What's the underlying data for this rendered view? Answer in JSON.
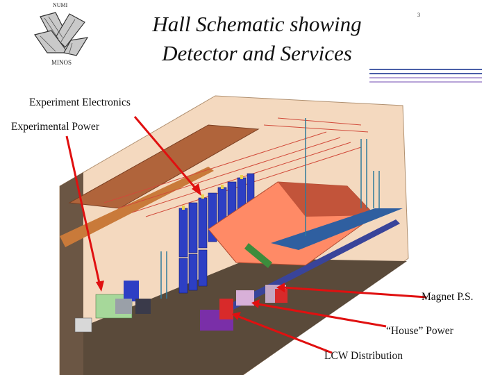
{
  "header": {
    "logo_top_text": "NUMI",
    "logo_bottom_text": "MINOS",
    "title_line1": "Hall Schematic showing",
    "title_line2": "Detector and Services",
    "slide_number": "3"
  },
  "labels": {
    "experiment_electronics": "Experiment Electronics",
    "experimental_power": "Experimental Power",
    "magnet_ps": "Magnet P.S.",
    "house_power": "“House” Power",
    "lcw_distribution": "LCW Distribution"
  },
  "colors": {
    "rule_primary": "#4a5fa8",
    "rule_secondary": "#b7a4d8",
    "hall_wall": "#f4d9bf",
    "hall_floor": "#5a4a3a",
    "detector": "#ff8a66",
    "arrow": "#e01010"
  }
}
